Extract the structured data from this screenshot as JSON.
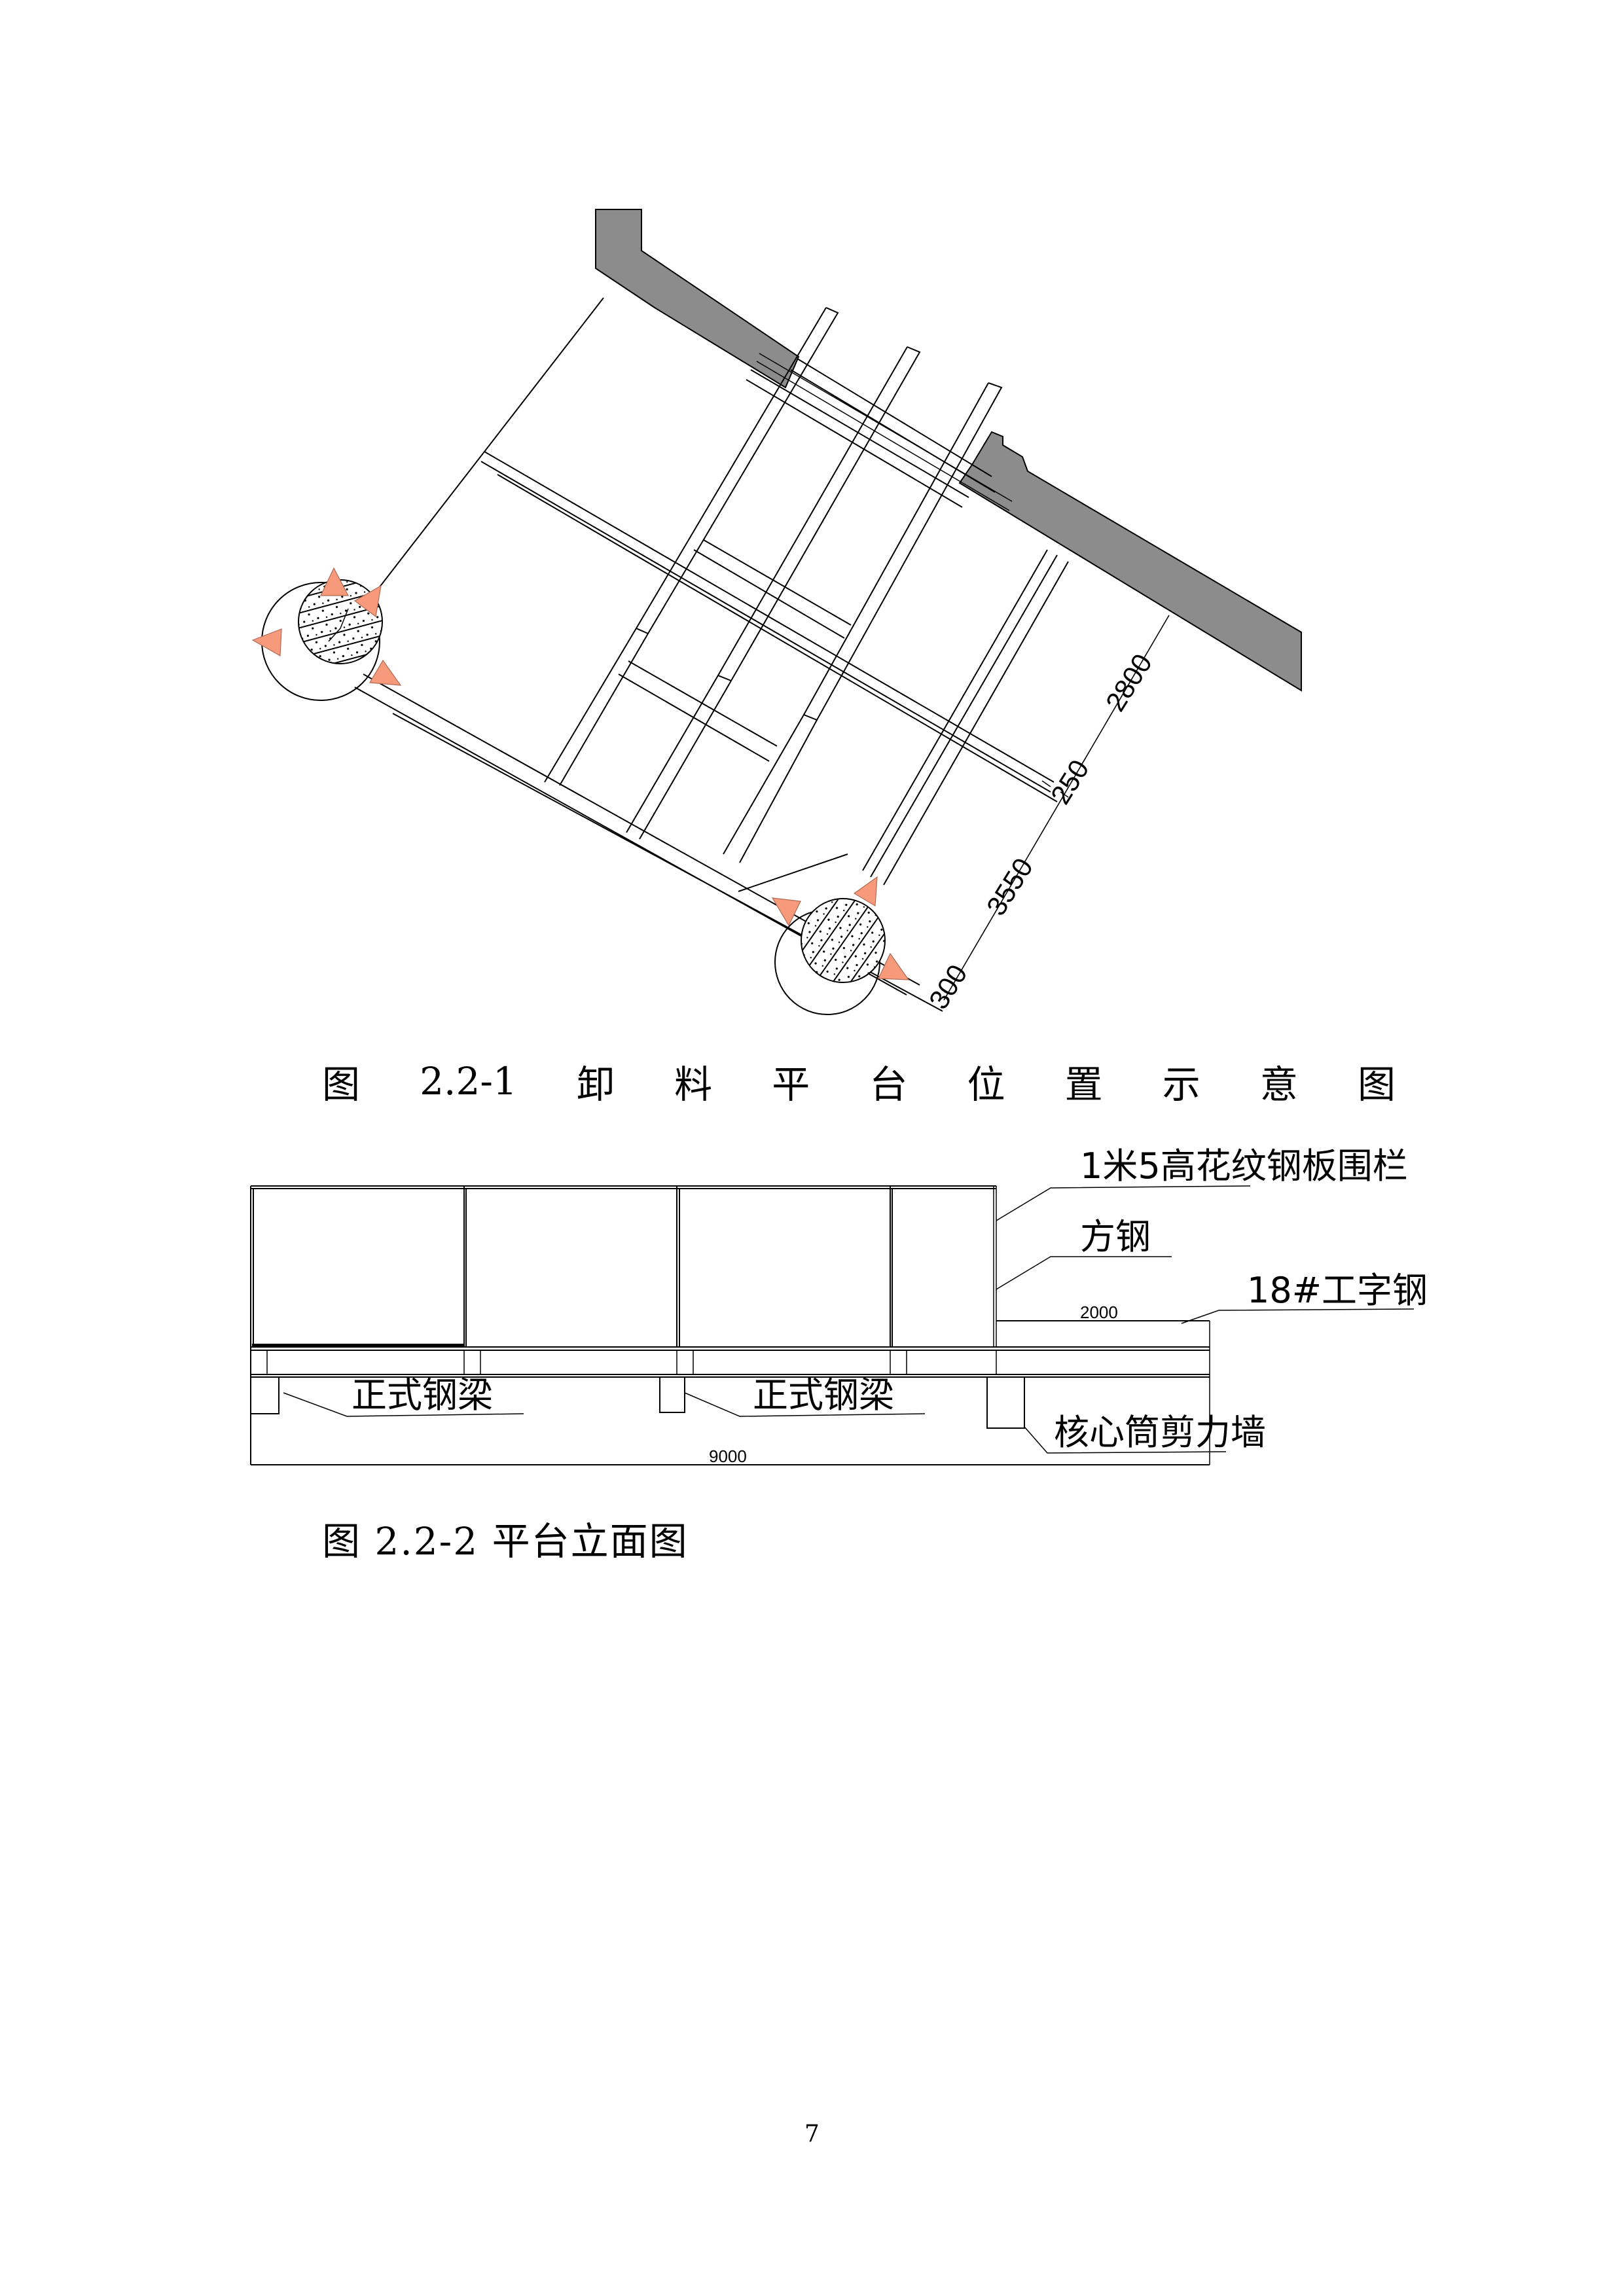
{
  "figure1": {
    "caption_parts": [
      "图",
      "2.2-1",
      "卸",
      "料",
      "平",
      "台",
      "位",
      "置",
      "示",
      "意",
      "图"
    ],
    "dimensions": {
      "d1": "2800",
      "d2": "250",
      "d3": "3550",
      "d4": "300"
    },
    "colors": {
      "wall_fill": "#8C8C8C",
      "support_triangle": "#F7997B",
      "line": "#000000"
    }
  },
  "figure2": {
    "caption": "图 2.2-2 平台立面图",
    "labels": {
      "railing": "1米5高花纹钢板围栏",
      "square_steel": "方钢",
      "i_beam": "18#工字钢",
      "formal_beam_left": "正式钢梁",
      "formal_beam_mid": "正式钢梁",
      "core_wall": "核心筒剪力墙"
    },
    "dimensions": {
      "cantilever": "2000",
      "total": "9000"
    }
  },
  "page": {
    "number": "7"
  }
}
